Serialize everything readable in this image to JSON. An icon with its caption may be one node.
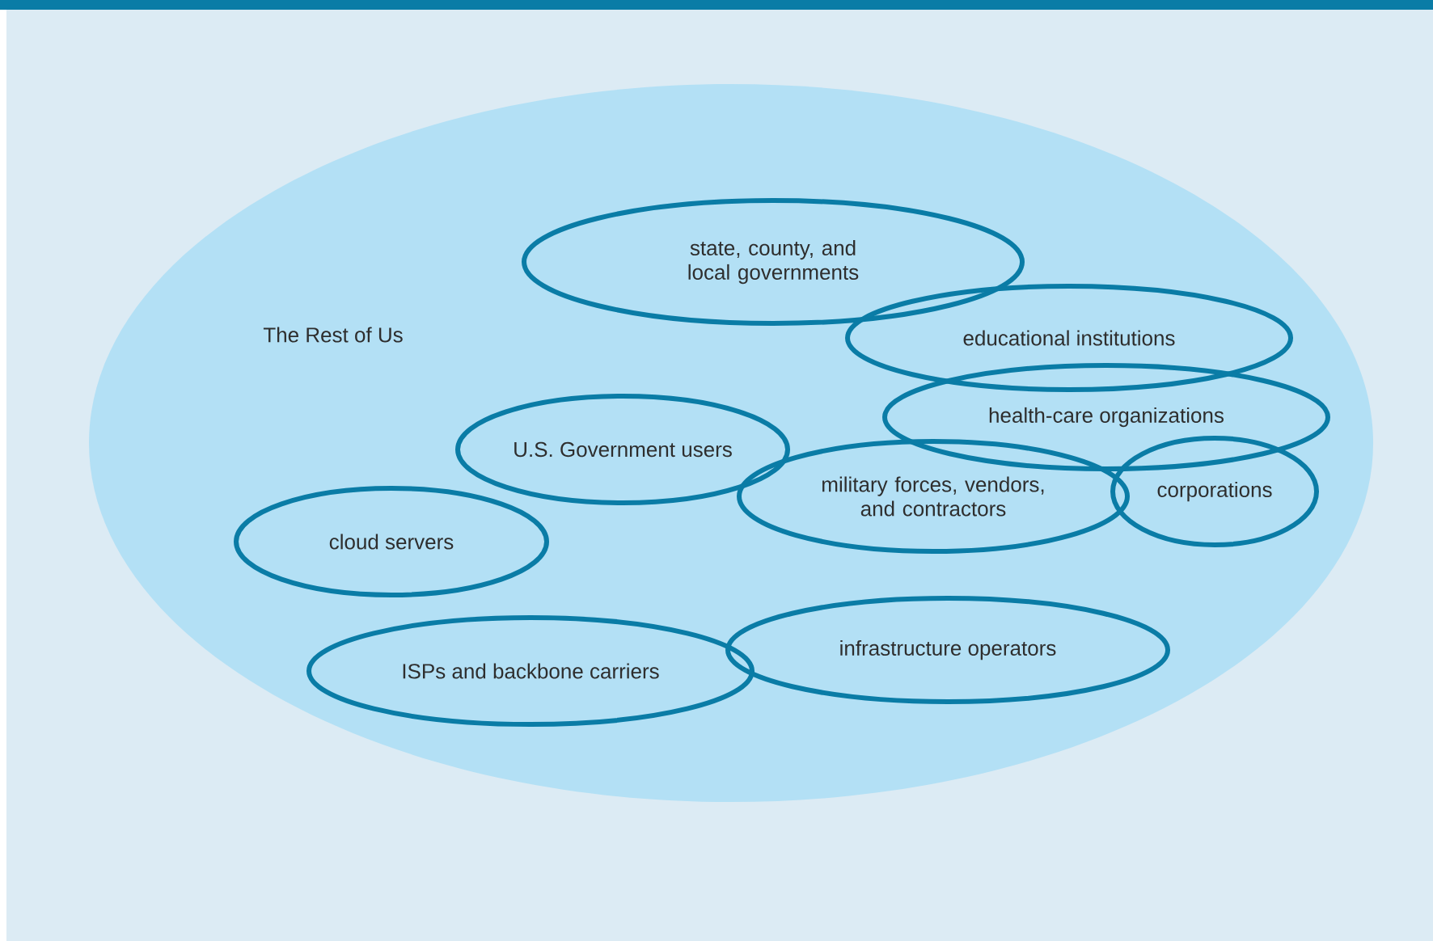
{
  "diagram": {
    "nodes": [
      {
        "text": [
          "The Rest of Us"
        ]
      },
      {
        "text": [
          "state, county, and local governments"
        ],
        "in": 0
      },
      {
        "text": [
          "educational institutions"
        ],
        "in": 0
      },
      {
        "text": [
          "health-care organizations"
        ],
        "in": 0
      },
      {
        "text": [
          "U.S. Government users"
        ],
        "in": 0
      },
      {
        "text": [
          "military forces, vendors, and contractors"
        ],
        "in": 0
      },
      {
        "text": [
          "corporations"
        ],
        "in": 0
      },
      {
        "text": [
          "cloud servers"
        ],
        "in": 0
      },
      {
        "text": [
          "ISPs and backbone carriers"
        ],
        "in": 0
      },
      {
        "text": [
          "infrastructure operators"
        ],
        "in": 0
      }
    ]
  }
}
